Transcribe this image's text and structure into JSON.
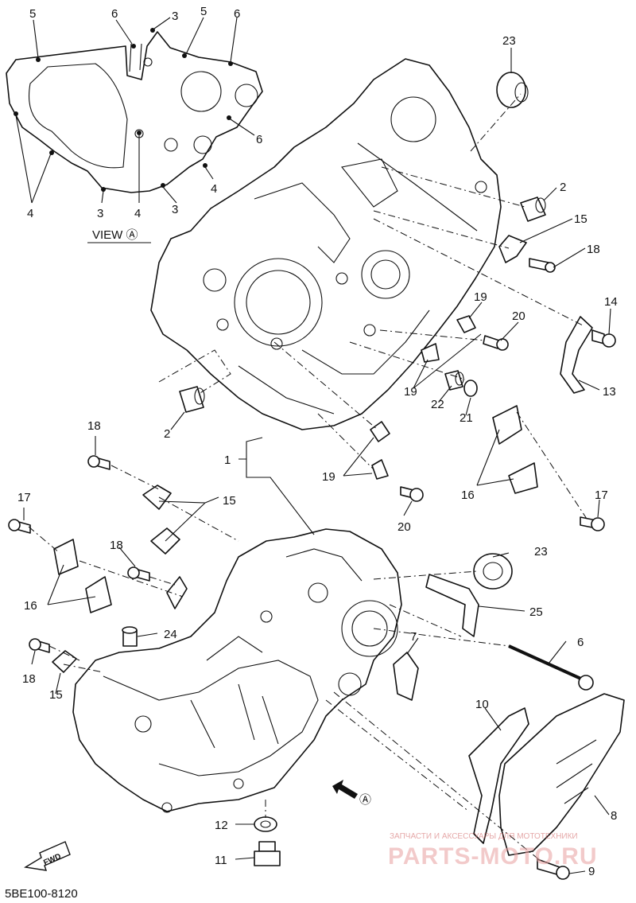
{
  "view_caption": "VIEW Ⓐ",
  "view_arrow_label": "Ⓐ",
  "fwd_label": "FWD",
  "diagram_code": "5BE100-8120",
  "watermark": {
    "line1": "ЗАПЧАСТИ И АКСЕССУАРЫ ДЛЯ МОТОТЕХНИКИ",
    "logo": "PARTS-MOTO.RU"
  },
  "callouts": {
    "inset_5a": "5",
    "inset_6a": "6",
    "inset_3a": "3",
    "inset_5b": "5",
    "inset_6b": "6",
    "inset_6c": "6",
    "inset_4a": "4",
    "inset_4b": "4",
    "inset_3b": "3",
    "inset_4c": "4",
    "inset_3c": "3",
    "p23a": "23",
    "p2a": "2",
    "p15a": "15",
    "p18a": "18",
    "p14": "14",
    "p19a": "19",
    "p20a": "20",
    "p13": "13",
    "p19b": "19",
    "p22": "22",
    "p21": "21",
    "p2b": "2",
    "p1": "1",
    "p18b": "18",
    "p15b": "15",
    "p19c": "19",
    "p16a": "16",
    "p17a": "17",
    "p20b": "20",
    "p17b": "17",
    "p18c": "18",
    "p16b": "16",
    "p23b": "23",
    "p25": "25",
    "p24": "24",
    "p7": "7",
    "p6": "6",
    "p18d": "18",
    "p15c": "15",
    "p10": "10",
    "p8": "8",
    "p12": "12",
    "p11": "11",
    "p9": "9"
  }
}
